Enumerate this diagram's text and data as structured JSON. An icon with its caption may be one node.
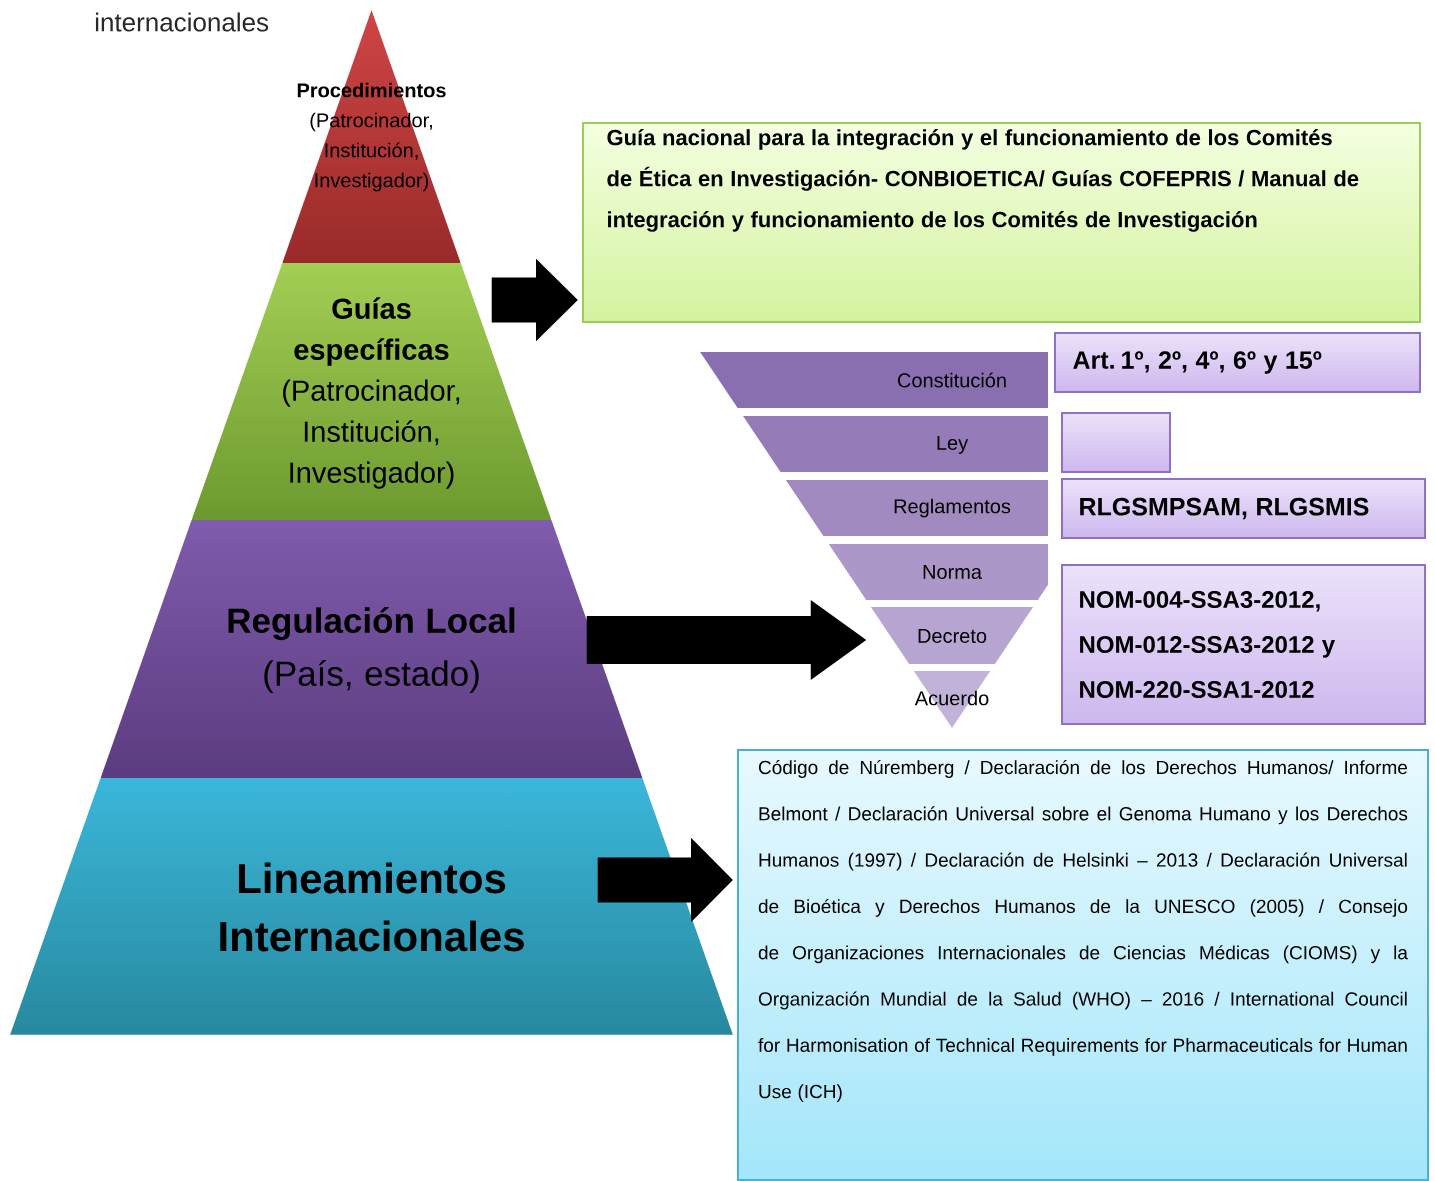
{
  "diagram": {
    "nodes": [
      {
        "text": [
          "Procedimientos",
          "(Patrocinador, Institución, Investigador)"
        ]
      },
      {
        "text": [
          "Guías específicas",
          "(Patrocinador, Institución, Investigador)"
        ]
      },
      {
        "text": [
          "Regulación Local",
          "(País, estado)"
        ]
      },
      {
        "text": [
          "Lineamientos Internacionales"
        ]
      },
      {
        "text": [
          "Guía nacional para la integración y el funcionamiento de los Comités de Ética en Investigación- CONBIOETICA/ Guías COFEPRIS / Manual de integración y funcionamiento de los Comités de Investigación"
        ]
      },
      {
        "text": [
          "Constitución"
        ]
      },
      {
        "text": [
          "Ley"
        ]
      },
      {
        "text": [
          "Reglamentos"
        ]
      },
      {
        "text": [
          "Norma"
        ]
      },
      {
        "text": [
          "Decreto"
        ]
      },
      {
        "text": [
          "Acuerdo"
        ]
      },
      {
        "text": [
          "Art. 1º, 2º, 4º, 6º y 15º"
        ]
      },
      {
        "text": [],
        "shape": "box"
      },
      {
        "text": [
          "RLGSMPSAM, RLGSMIS"
        ]
      },
      {
        "text": [
          "NOM-004-SSA3-2012, NOM-012-SSA3-2012 y NOM-220-SSA1-2012"
        ]
      },
      {
        "text": [
          "Código de Núremberg /  Declaración de los Derechos Humanos/ Informe Belmont /  Declaración Universal sobre el Genoma Humano y los Derechos Humanos (1997) / Declaración de Helsinki – 2013 / Declaración Universal de Bioética y Derechos Humanos de la UNESCO (2005) / Consejo de Organizaciones Internacionales de Ciencias Médicas (CIOMS) y la Organización Mundial de la Salud (WHO) – 2016 / International Council for Harmonisation of Technical Requirements for Pharmaceuticals for Human Use (ICH)"
        ]
      }
    ],
    "edges": [
      {
        "from": 1,
        "to": 4,
        "arrow": "to"
      },
      {
        "from": 2,
        "to": 9,
        "arrow": "to"
      },
      {
        "from": 3,
        "to": 15,
        "arrow": "to"
      }
    ],
    "labels": [
      "internacionales"
    ]
  }
}
